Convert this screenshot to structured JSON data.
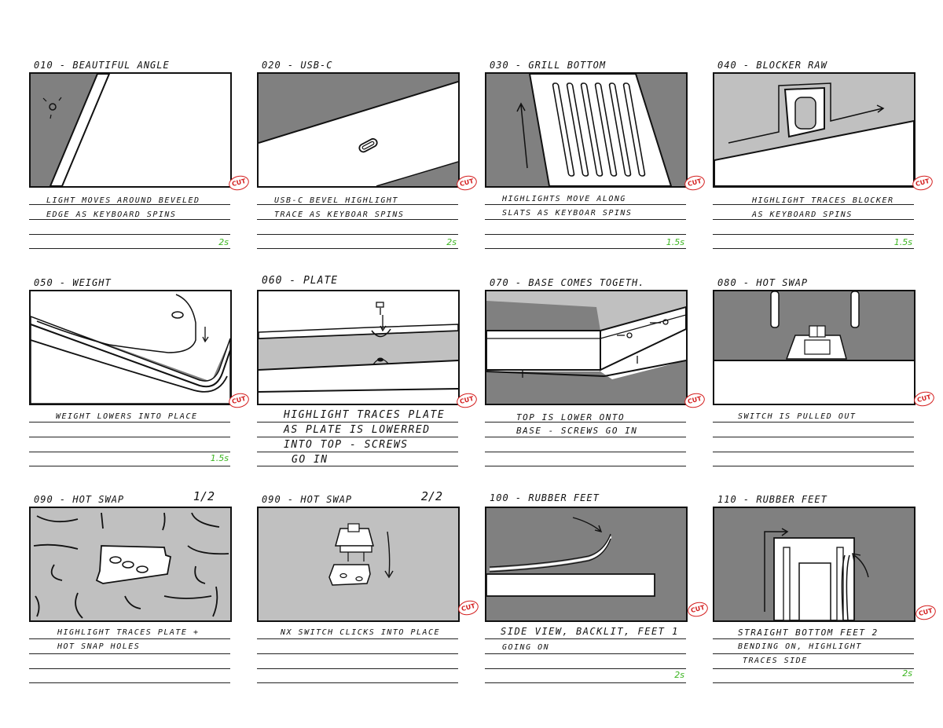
{
  "colors": {
    "gray_dark": "#808080",
    "gray_light": "#c0c0c0",
    "line": "#111111",
    "cut_red": "#d41f1f",
    "duration_green": "#3cb521"
  },
  "cut_label": "CUT",
  "panels": [
    {
      "title": "010 - BEAUTIFUL ANGLE",
      "notes": [
        "LIGHT MOVES AROUND BEVELED",
        "EDGE AS KEYBOARD SPINS"
      ],
      "duration": "2s",
      "page": ""
    },
    {
      "title": "020 - USB-C",
      "notes": [
        "USB-C BEVEL HIGHLIGHT",
        "TRACE AS KEYBOAR SPINS"
      ],
      "duration": "2s",
      "page": ""
    },
    {
      "title": "030 - GRILL BOTTOM",
      "notes": [
        "HIGHLIGHTS MOVE ALONG",
        "SLATS AS KEYBOAR SPINS"
      ],
      "duration": "1.5s",
      "page": ""
    },
    {
      "title": "040 - BLOCKER RAW",
      "notes": [
        "HIGHLIGHT TRACES BLOCKER",
        "AS KEYBOARD SPINS"
      ],
      "duration": "1.5s",
      "page": ""
    },
    {
      "title": "050 - WEIGHT",
      "notes": [
        "WEIGHT LOWERS INTO PLACE"
      ],
      "duration": "1.5s",
      "page": ""
    },
    {
      "title": "060 - PLATE",
      "notes": [
        "HIGHLIGHT TRACES PLATE",
        "AS PLATE IS LOWERRED",
        "INTO TOP - SCREWS",
        "GO IN"
      ],
      "duration": "",
      "page": ""
    },
    {
      "title": "070 - BASE COMES TOGETH.",
      "notes": [
        "TOP IS LOWER ONTO",
        "BASE - SCREWS GO IN"
      ],
      "duration": "",
      "page": ""
    },
    {
      "title": "080 - HOT SWAP",
      "notes": [
        "SWITCH IS PULLED OUT"
      ],
      "duration": "",
      "page": ""
    },
    {
      "title": "090 - HOT SWAP",
      "notes": [
        "HIGHLIGHT TRACES PLATE +",
        "HOT SNAP HOLES"
      ],
      "duration": "",
      "page": "1/2"
    },
    {
      "title": "090 - HOT SWAP",
      "notes": [
        "NX SWITCH CLICKS INTO PLACE"
      ],
      "duration": "",
      "page": "2/2"
    },
    {
      "title": "100 - RUBBER FEET",
      "notes": [
        "SIDE VIEW, BACKLIT, FEET 1",
        "GOING ON"
      ],
      "duration": "2s",
      "page": ""
    },
    {
      "title": "110 - RUBBER FEET",
      "notes": [
        "STRAIGHT BOTTOM FEET 2",
        "BENDING ON, HIGHLIGHT",
        "TRACES SIDE"
      ],
      "duration": "2s",
      "page": ""
    }
  ]
}
